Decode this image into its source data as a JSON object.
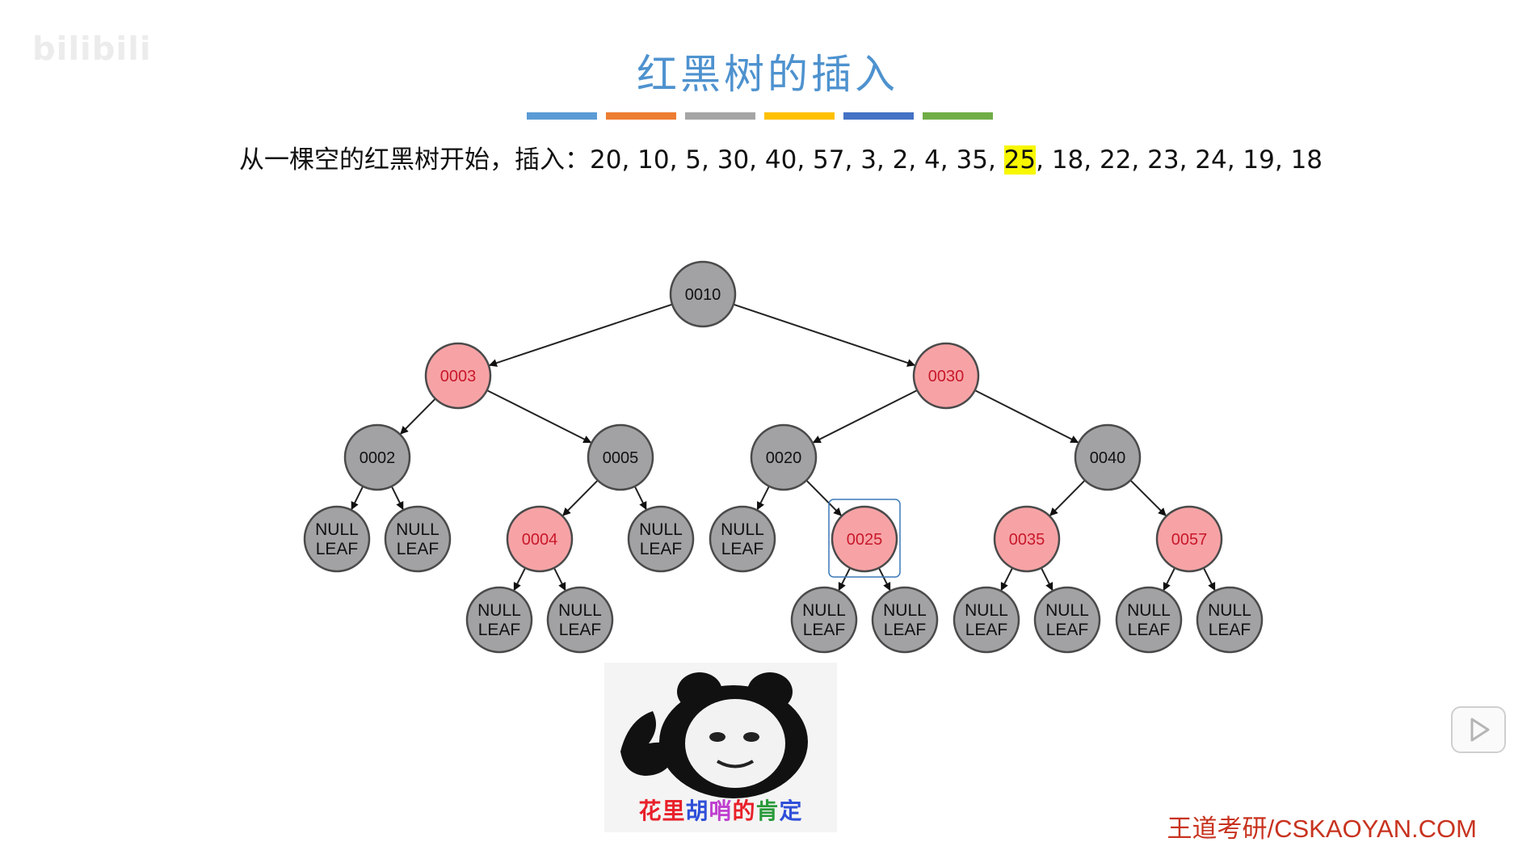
{
  "watermark": "bilibili",
  "title": "红黑树的插入",
  "color_bars": [
    "#5b9bd5",
    "#ed7d31",
    "#a5a5a5",
    "#ffc000",
    "#4472c4",
    "#70ad47"
  ],
  "sequence": {
    "prefix": "从一棵空的红黑树开始，插入：",
    "before": "20, 10, 5, 30, 40, 57, 3, 2, 4, 35, ",
    "highlight": "25",
    "after": ", 18, 22, 23, 24, 19, 18"
  },
  "tree": {
    "nodes": [
      {
        "id": "n10",
        "label": "0010",
        "color": "black"
      },
      {
        "id": "n3",
        "label": "0003",
        "color": "red"
      },
      {
        "id": "n30",
        "label": "0030",
        "color": "red"
      },
      {
        "id": "n2",
        "label": "0002",
        "color": "black"
      },
      {
        "id": "n5",
        "label": "0005",
        "color": "black"
      },
      {
        "id": "n20",
        "label": "0020",
        "color": "black"
      },
      {
        "id": "n40",
        "label": "0040",
        "color": "black"
      },
      {
        "id": "l1",
        "label": "NULL LEAF",
        "color": "black"
      },
      {
        "id": "l2",
        "label": "NULL LEAF",
        "color": "black"
      },
      {
        "id": "n4",
        "label": "0004",
        "color": "red"
      },
      {
        "id": "l3",
        "label": "NULL LEAF",
        "color": "black"
      },
      {
        "id": "l4",
        "label": "NULL LEAF",
        "color": "black"
      },
      {
        "id": "n25",
        "label": "0025",
        "color": "red",
        "selected": true
      },
      {
        "id": "n35",
        "label": "0035",
        "color": "red"
      },
      {
        "id": "n57",
        "label": "0057",
        "color": "red"
      },
      {
        "id": "l5",
        "label": "NULL LEAF",
        "color": "black"
      },
      {
        "id": "l6",
        "label": "NULL LEAF",
        "color": "black"
      },
      {
        "id": "l7",
        "label": "NULL LEAF",
        "color": "black"
      },
      {
        "id": "l8",
        "label": "NULL LEAF",
        "color": "black"
      },
      {
        "id": "l9",
        "label": "NULL LEAF",
        "color": "black"
      },
      {
        "id": "l10",
        "label": "NULL LEAF",
        "color": "black"
      },
      {
        "id": "l11",
        "label": "NULL LEAF",
        "color": "black"
      },
      {
        "id": "l12",
        "label": "NULL LEAF",
        "color": "black"
      }
    ],
    "edges": [
      [
        "n10",
        "n3"
      ],
      [
        "n10",
        "n30"
      ],
      [
        "n3",
        "n2"
      ],
      [
        "n3",
        "n5"
      ],
      [
        "n30",
        "n20"
      ],
      [
        "n30",
        "n40"
      ],
      [
        "n2",
        "l1"
      ],
      [
        "n2",
        "l2"
      ],
      [
        "n5",
        "n4"
      ],
      [
        "n5",
        "l3"
      ],
      [
        "n20",
        "l4"
      ],
      [
        "n20",
        "n25"
      ],
      [
        "n40",
        "n35"
      ],
      [
        "n40",
        "n57"
      ],
      [
        "n4",
        "l5"
      ],
      [
        "n4",
        "l6"
      ],
      [
        "n25",
        "l7"
      ],
      [
        "n25",
        "l8"
      ],
      [
        "n35",
        "l9"
      ],
      [
        "n35",
        "l10"
      ],
      [
        "n57",
        "l11"
      ],
      [
        "n57",
        "l12"
      ]
    ],
    "colors": {
      "black_fill": "#a2a2a4",
      "black_text": "#111111",
      "red_fill": "#f7a3a6",
      "red_text": "#c8182a",
      "stroke": "#4a4a4a"
    }
  },
  "meme": {
    "caption_chars": [
      {
        "ch": "花",
        "color": "#e8202a"
      },
      {
        "ch": "里",
        "color": "#e8202a"
      },
      {
        "ch": "胡",
        "color": "#2f4fd8"
      },
      {
        "ch": "哨",
        "color": "#c040d0"
      },
      {
        "ch": "的",
        "color": "#e8202a"
      },
      {
        "ch": "肯",
        "color": "#2a9a3a"
      },
      {
        "ch": "定",
        "color": "#2f4fd8"
      }
    ]
  },
  "footer": "王道考研/CSKAOYAN.COM"
}
